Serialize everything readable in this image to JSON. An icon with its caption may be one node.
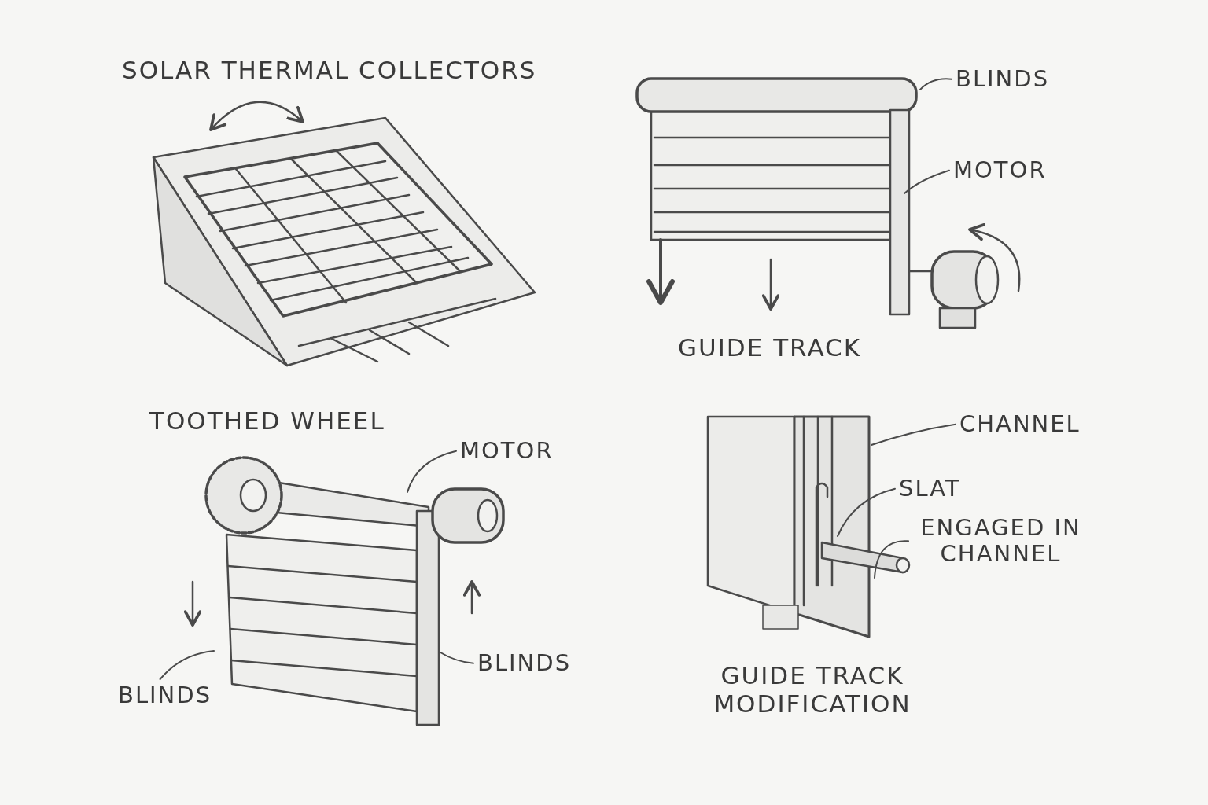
{
  "diagram": {
    "nodes": [
      {
        "text": [
          "BLINDS"
        ]
      },
      {
        "text": [
          "MOTOR"
        ]
      },
      {
        "text": [
          "MOTOR"
        ]
      },
      {
        "text": [
          "BLINDS"
        ]
      },
      {
        "text": [
          "BLINDS"
        ]
      },
      {
        "text": [
          "CHANNEL"
        ]
      },
      {
        "text": [
          "SLAT"
        ]
      },
      {
        "text": [
          "ENGAGED IN CHANNEL"
        ]
      }
    ],
    "edges": [
      {
        "from": 0,
        "to": null,
        "arrow": "none"
      },
      {
        "from": 1,
        "to": null,
        "arrow": "none"
      },
      {
        "from": 2,
        "to": null,
        "arrow": "none"
      },
      {
        "from": 3,
        "to": null,
        "arrow": "none"
      },
      {
        "from": 4,
        "to": null,
        "arrow": "none"
      },
      {
        "from": 5,
        "to": null,
        "arrow": "none"
      },
      {
        "from": 6,
        "to": null,
        "arrow": "none"
      },
      {
        "from": 7,
        "to": null,
        "arrow": "none"
      }
    ],
    "labels": [
      "SOLAR THERMAL COLLECTORS",
      "GUIDE TRACK",
      "TOOTHED WHEEL",
      "GUIDE TRACK MODIFICATION"
    ]
  }
}
